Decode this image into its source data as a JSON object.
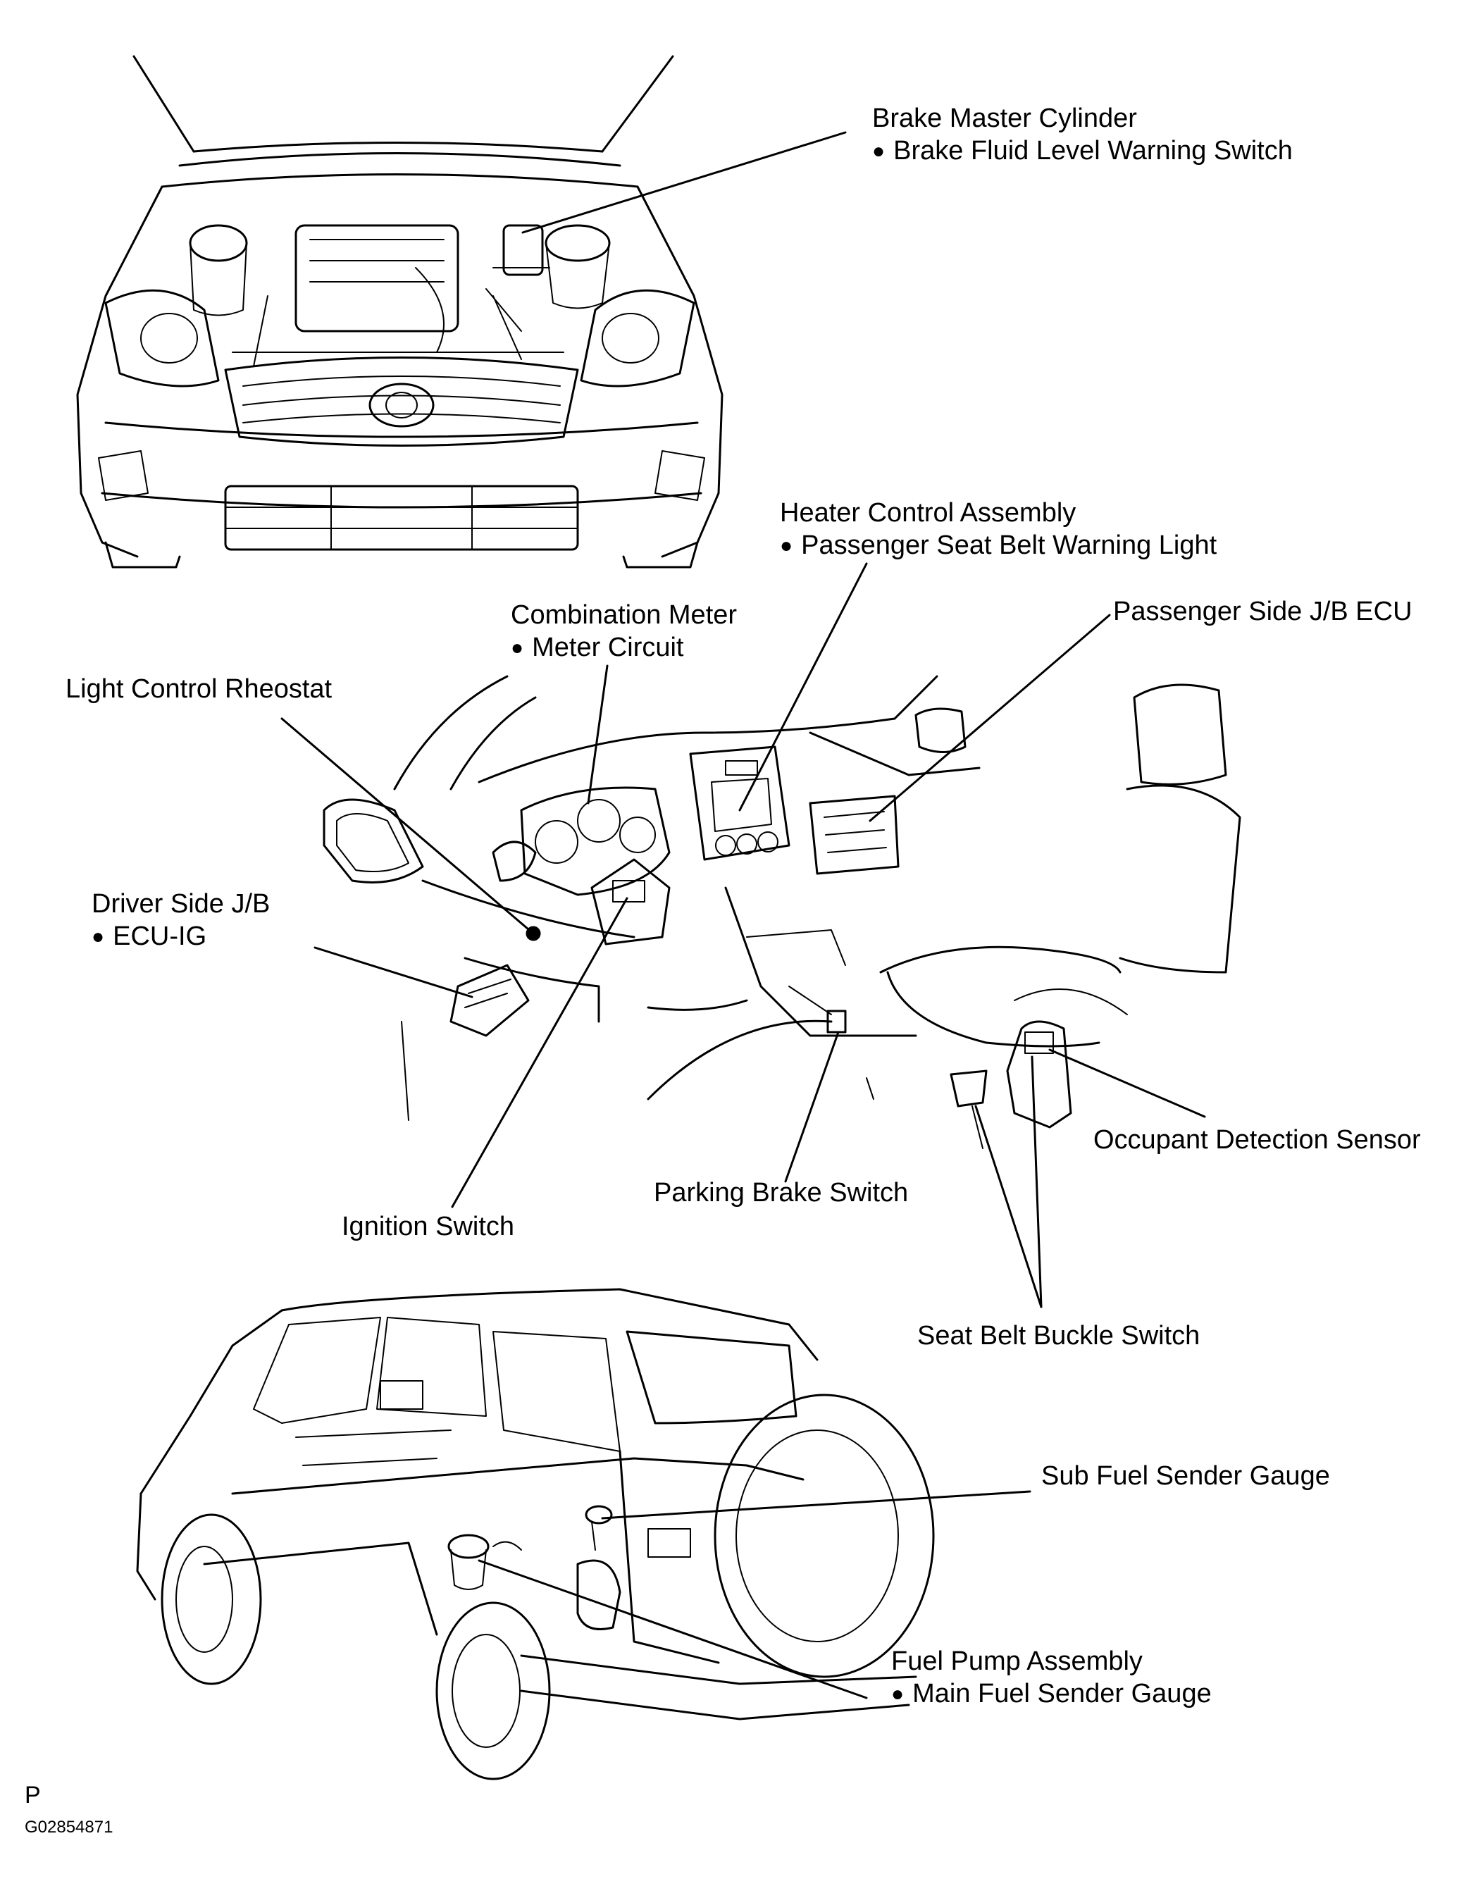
{
  "figure_code": "G02854871",
  "page_mark": "P",
  "labels": {
    "brake_master_cylinder": {
      "title": "Brake Master Cylinder",
      "sub": "Brake Fluid Level Warning Switch"
    },
    "heater_control_assembly": {
      "title": "Heater Control Assembly",
      "sub": "Passenger Seat Belt Warning Light"
    },
    "combination_meter": {
      "title": "Combination Meter",
      "sub": "Meter Circuit"
    },
    "passenger_side_jb_ecu": {
      "title": "Passenger Side J/B ECU"
    },
    "light_control_rheostat": {
      "title": "Light Control Rheostat"
    },
    "driver_side_jb": {
      "title": "Driver Side J/B",
      "sub": "ECU-IG"
    },
    "occupant_detection_sensor": {
      "title": "Occupant Detection Sensor"
    },
    "parking_brake_switch": {
      "title": "Parking Brake Switch"
    },
    "ignition_switch": {
      "title": "Ignition Switch"
    },
    "seat_belt_buckle_switch": {
      "title": "Seat Belt Buckle Switch"
    },
    "sub_fuel_sender_gauge": {
      "title": "Sub Fuel Sender Gauge"
    },
    "fuel_pump_assembly": {
      "title": "Fuel Pump Assembly",
      "sub": "Main Fuel Sender Gauge"
    }
  }
}
